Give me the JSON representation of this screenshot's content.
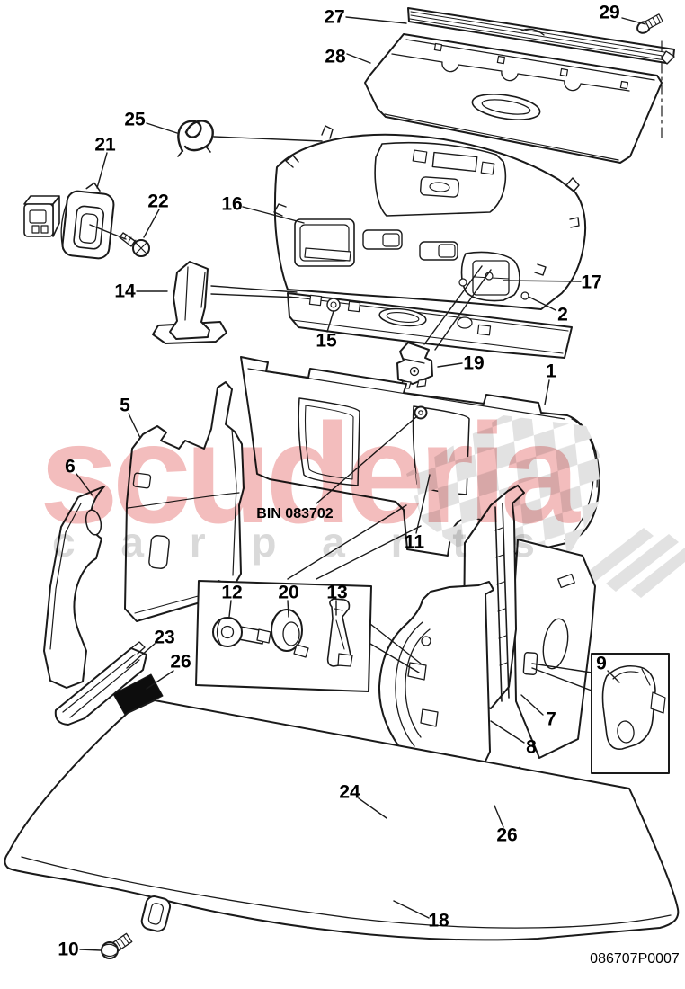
{
  "watermark": {
    "brand": "scuderia",
    "subtext": "c a r p a r t s",
    "brand_color": "#f3bdbd",
    "subtext_color": "#d9d9d9",
    "checker_color": "#e2e2e2"
  },
  "figure": {
    "bin_label": "BIN 083702",
    "doc_number": "086707P0007"
  },
  "labels": {
    "n1": "1",
    "n2": "2",
    "n5": "5",
    "n6": "6",
    "n7": "7",
    "n8": "8",
    "n9": "9",
    "n10": "10",
    "n11": "11",
    "n12": "12",
    "n13": "13",
    "n14": "14",
    "n15": "15",
    "n16": "16",
    "n17": "17",
    "n18": "18",
    "n19": "19",
    "n20": "20",
    "n21": "21",
    "n22": "22",
    "n23": "23",
    "n24": "24",
    "n25": "25",
    "n26a": "26",
    "n26b": "26",
    "n27": "27",
    "n28": "28",
    "n29": "29"
  }
}
